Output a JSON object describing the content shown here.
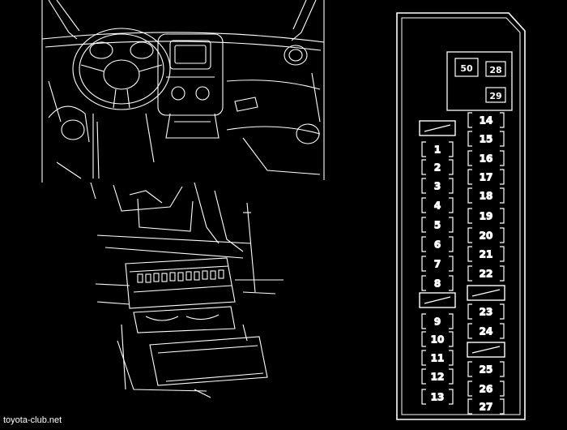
{
  "watermark": "toyota-club.net",
  "fuse_box": {
    "relays": [
      "50",
      "28",
      "29"
    ],
    "left_column": [
      "",
      "1",
      "2",
      "3",
      "4",
      "5",
      "6",
      "7",
      "8",
      "",
      "9",
      "10",
      "11",
      "12",
      "13"
    ],
    "right_column": [
      "14",
      "15",
      "16",
      "17",
      "18",
      "19",
      "20",
      "21",
      "22",
      "",
      "23",
      "24",
      "",
      "25",
      "26",
      "27"
    ]
  },
  "colors": {
    "background": "#000000",
    "line": "#ffffff"
  }
}
